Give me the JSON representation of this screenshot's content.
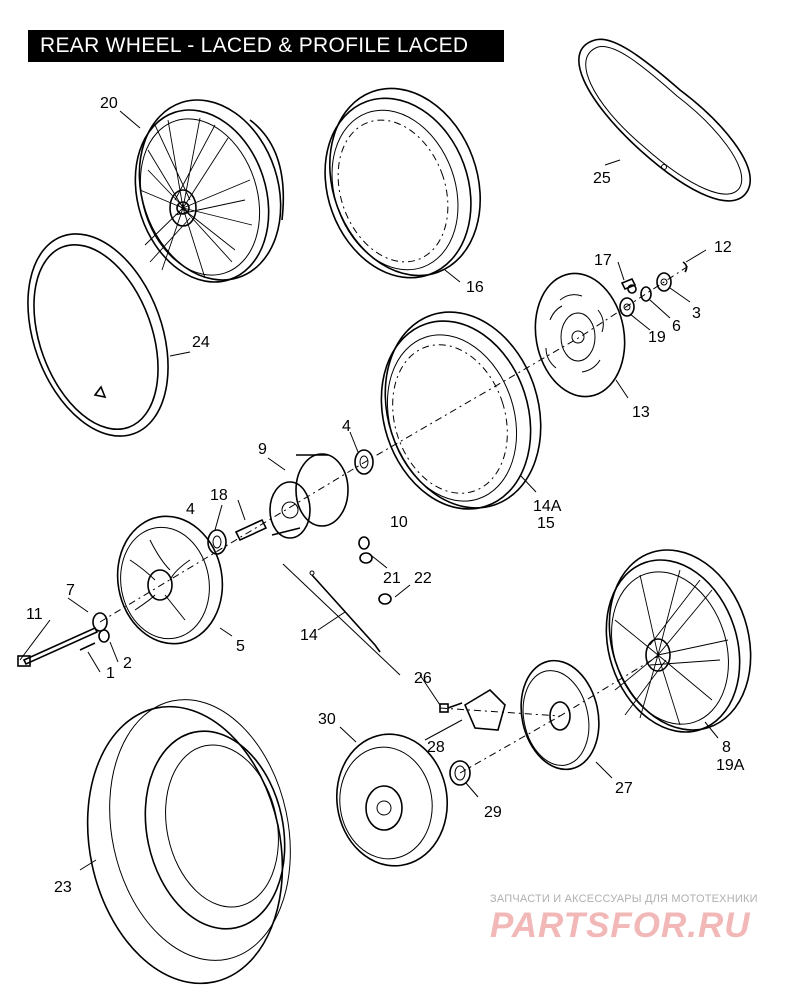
{
  "title": "REAR WHEEL - LACED & PROFILE LACED",
  "parts": {
    "p1": "1",
    "p2": "2",
    "p3": "3",
    "p4a": "4",
    "p4b": "4",
    "p5": "5",
    "p6": "6",
    "p7": "7",
    "p8": "8",
    "p9": "9",
    "p10": "10",
    "p11": "11",
    "p12": "12",
    "p13": "13",
    "p14": "14",
    "p14a": "14A",
    "p15": "15",
    "p16": "16",
    "p17": "17",
    "p18": "18",
    "p19": "19",
    "p19a": "19A",
    "p20": "20",
    "p21": "21",
    "p22": "22",
    "p23": "23",
    "p24": "24",
    "p25": "25",
    "p26": "26",
    "p27": "27",
    "p28": "28",
    "p29": "29",
    "p30": "30"
  },
  "watermark": {
    "tagline": "ЗАПЧАСТИ И АКСЕССУАРЫ ДЛЯ МОТОТЕХНИКИ",
    "logo": "PARTSFOR.RU"
  }
}
